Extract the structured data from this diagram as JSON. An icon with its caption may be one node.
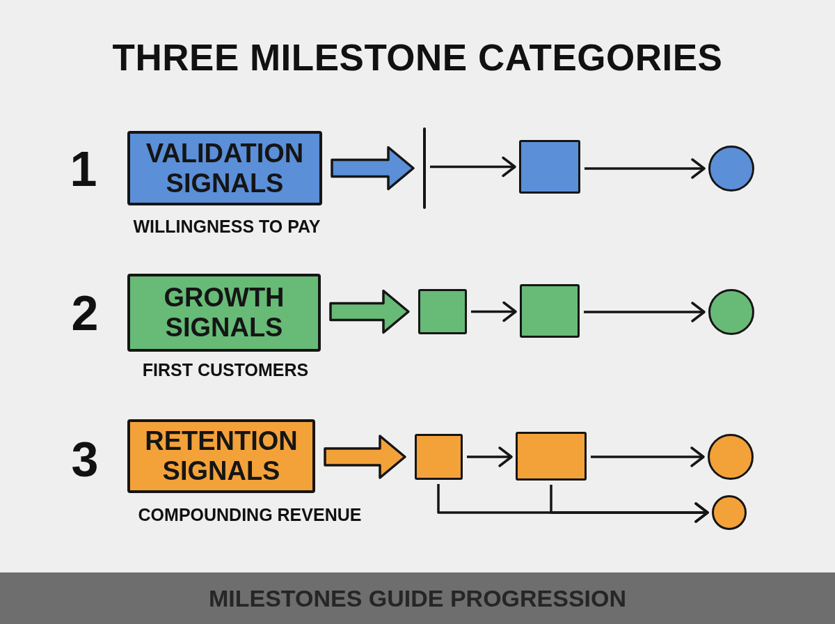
{
  "diagram": {
    "title": "THREE MILESTONE CATEGORIES",
    "nodes": [
      {
        "text": [
          "VALIDATION SIGNALS"
        ],
        "beside": [
          "WILLINGNESS TO PAY"
        ]
      },
      {
        "text": [],
        "shape": "bar"
      },
      {
        "text": [],
        "shape": "box"
      },
      {
        "text": [],
        "shape": "circle"
      },
      {
        "text": [
          "GROWTH SIGNALS"
        ],
        "beside": [
          "FIRST CUSTOMERS"
        ]
      },
      {
        "text": [],
        "shape": "box"
      },
      {
        "text": [],
        "shape": "box"
      },
      {
        "text": [],
        "shape": "circle"
      },
      {
        "text": [
          "RETENTION SIGNALS"
        ],
        "beside": [
          "COMPOUNDING REVENUE"
        ]
      },
      {
        "text": [],
        "shape": "box"
      },
      {
        "text": [],
        "shape": "box"
      },
      {
        "text": [],
        "shape": "circle"
      },
      {
        "text": [],
        "shape": "circle"
      },
      {
        "text": [
          "MILESTONES GUIDE PROGRESSION"
        ]
      }
    ],
    "edges": [
      {
        "from": 0,
        "to": 1,
        "arrow": "to",
        "style": "thick",
        "color": "#5b8fd8"
      },
      {
        "from": 1,
        "to": 2,
        "arrow": "to"
      },
      {
        "from": 2,
        "to": 3,
        "arrow": "to"
      },
      {
        "from": 4,
        "to": 5,
        "arrow": "to",
        "style": "thick",
        "color": "#67bb77"
      },
      {
        "from": 5,
        "to": 6,
        "arrow": "to"
      },
      {
        "from": 6,
        "to": 7,
        "arrow": "to"
      },
      {
        "from": 8,
        "to": 9,
        "arrow": "to",
        "style": "thick",
        "color": "#f3a23a"
      },
      {
        "from": 9,
        "to": 10,
        "arrow": "to"
      },
      {
        "from": 10,
        "to": 11,
        "arrow": "to"
      },
      {
        "from": 9,
        "to": 12,
        "arrow": "to"
      },
      {
        "from": 10,
        "to": 12,
        "arrow": "to"
      }
    ],
    "labels": [
      "1",
      "2",
      "3"
    ]
  }
}
